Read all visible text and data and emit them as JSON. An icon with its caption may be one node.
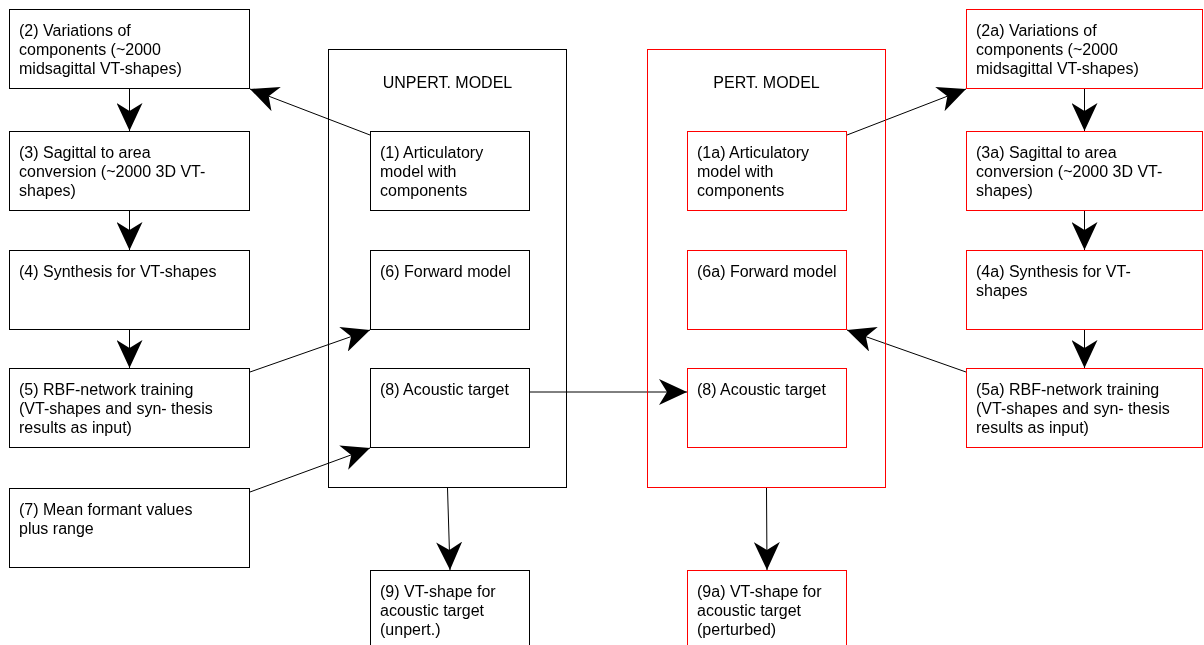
{
  "diagram": {
    "nodes": [
      {
        "text": [
          "(2) Variations of components (~2000 midsagittal VT-shapes)"
        ]
      },
      {
        "text": [
          "(3) Sagittal to area conversion (~2000 3D VT-shapes)"
        ]
      },
      {
        "text": [
          "(4) Synthesis for VT-shapes"
        ]
      },
      {
        "text": [
          "(5) RBF-network training (VT-shapes and syn- thesis results as input)"
        ]
      },
      {
        "text": [
          "(7) Mean formant values plus range"
        ]
      },
      {
        "text": [
          "UNPERT. MODEL"
        ]
      },
      {
        "text": [
          "(1) Articulatory model with components"
        ],
        "in": 5
      },
      {
        "text": [
          "(6) Forward model"
        ],
        "in": 5
      },
      {
        "text": [
          "(8) Acoustic target"
        ],
        "in": 5
      },
      {
        "text": [
          "(9) VT-shape for acoustic target (unpert.)"
        ]
      },
      {
        "text": [
          "PERT. MODEL"
        ]
      },
      {
        "text": [
          "(1a) Articulatory model with components"
        ],
        "in": 10
      },
      {
        "text": [
          "(6a) Forward model"
        ],
        "in": 10
      },
      {
        "text": [
          "(8) Acoustic target"
        ],
        "in": 10
      },
      {
        "text": [
          "(9a) VT-shape for acoustic target (perturbed)"
        ]
      },
      {
        "text": [
          "(2a) Variations of components (~2000 midsagittal VT-shapes)"
        ]
      },
      {
        "text": [
          "(3a) Sagittal to area conversion (~2000 3D VT-shapes)"
        ]
      },
      {
        "text": [
          "(4a) Synthesis for VT-shapes"
        ]
      },
      {
        "text": [
          "(5a) RBF-network training (VT-shapes and syn- thesis results as input)"
        ]
      }
    ],
    "edges": [
      {
        "from": 6,
        "to": 0,
        "arrow": "to"
      },
      {
        "from": 0,
        "to": 1,
        "arrow": "to"
      },
      {
        "from": 1,
        "to": 2,
        "arrow": "to"
      },
      {
        "from": 2,
        "to": 3,
        "arrow": "to"
      },
      {
        "from": 3,
        "to": 7,
        "arrow": "to"
      },
      {
        "from": 4,
        "to": 8,
        "arrow": "to"
      },
      {
        "from": 8,
        "to": 13,
        "arrow": "to"
      },
      {
        "from": 5,
        "to": 9,
        "arrow": "to"
      },
      {
        "from": 11,
        "to": 15,
        "arrow": "to"
      },
      {
        "from": 15,
        "to": 16,
        "arrow": "to"
      },
      {
        "from": 16,
        "to": 17,
        "arrow": "to"
      },
      {
        "from": 17,
        "to": 18,
        "arrow": "to"
      },
      {
        "from": 18,
        "to": 12,
        "arrow": "to"
      },
      {
        "from": 10,
        "to": 14,
        "arrow": "to"
      }
    ]
  }
}
